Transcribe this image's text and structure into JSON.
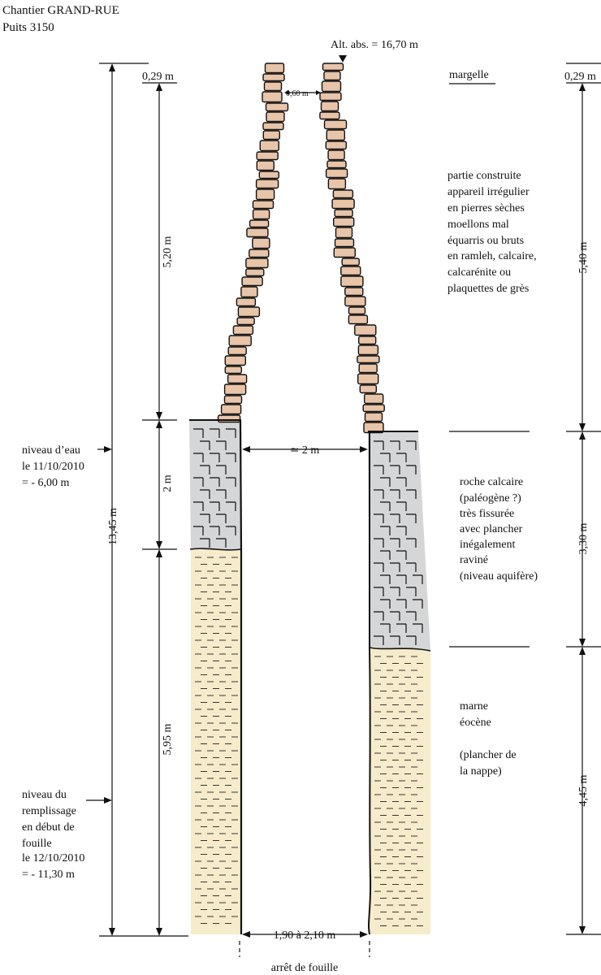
{
  "header": {
    "site": "Chantier GRAND-RUE",
    "well": "Puits 3150"
  },
  "altitude": "Alt. abs. = 16,70 m",
  "left_dims": {
    "total": "13,45 m",
    "margelle": "0,29 m",
    "built": "5,20 m",
    "rock": "2 m",
    "fill": "5,95 m"
  },
  "right_dims": {
    "margelle": "0,29 m",
    "built": "5,40 m",
    "rock": "3,30 m",
    "marl": "4,45 m"
  },
  "widths": {
    "top_inner": "0,60 m",
    "shaft": "≃ 2 m",
    "bottom": "1,90 à 2,10 m"
  },
  "left_notes": {
    "water": [
      "niveau d’eau",
      "le 11/10/2010",
      "= - 6,00 m"
    ],
    "fill": [
      "niveau du",
      "remplissage",
      "en début de",
      "fouille",
      "le 12/10/2010",
      "= - 11,30 m"
    ]
  },
  "layers": {
    "margelle": "margelle",
    "built": [
      "partie construite",
      "appareil irrégulier",
      "en pierres sèches",
      "moellons mal",
      "équarris ou bruts",
      "en ramleh, calcaire,",
      "calcarénite ou",
      "plaquettes de grès"
    ],
    "rock": [
      "roche calcaire",
      "(paléogène ?)",
      "très fissurée",
      "avec plancher",
      "inégalement",
      "raviné",
      "(niveau aquifère)"
    ],
    "marl": [
      "marne",
      "éocène",
      "",
      "(plancher de",
      "la nappe)"
    ]
  },
  "bottom_label": "arrêt de fouille",
  "colors": {
    "stone": "#e8c4a8",
    "rock": "#d5d6d8",
    "marl": "#f6eccb",
    "line": "#111111"
  }
}
